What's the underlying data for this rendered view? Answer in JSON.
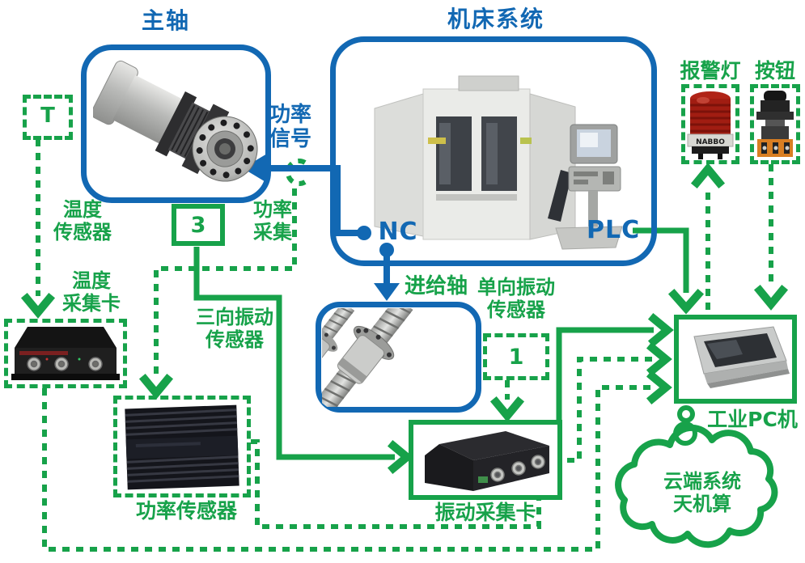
{
  "colors": {
    "blue": "#1268b3",
    "green": "#17a24a",
    "beacon_red": "#a81d12"
  },
  "nodes": {
    "spindle": {
      "title": "主轴"
    },
    "machine": {
      "title": "机床系统",
      "nc_label": "NC",
      "plc_label": "PLC"
    },
    "power_signal": {
      "line1": "功率",
      "line2": "信号"
    },
    "temp_sensor_tag": {
      "label": "T"
    },
    "temp_sensor": {
      "line1": "温度",
      "line2": "传感器"
    },
    "power_collect": {
      "line1": "功率",
      "line2": "采集"
    },
    "tri_vib_tag": {
      "label": "3"
    },
    "tri_vib": {
      "line1": "三向振动",
      "line2": "传感器"
    },
    "temp_card": {
      "line1": "温度",
      "line2": "采集卡"
    },
    "feed_axis": {
      "title": "进给轴"
    },
    "single_vib": {
      "line1": "单向振动",
      "line2": "传感器"
    },
    "single_vib_tag": {
      "label": "1"
    },
    "power_sensor": {
      "label": "功率传感器"
    },
    "vib_card": {
      "label": "振动采集卡"
    },
    "alarm": {
      "label": "报警灯",
      "brand": "NABBO"
    },
    "button": {
      "label": "按钮"
    },
    "pc": {
      "label": "工业PC机"
    },
    "cloud": {
      "line1": "云端系统",
      "line2": "天机算"
    }
  }
}
